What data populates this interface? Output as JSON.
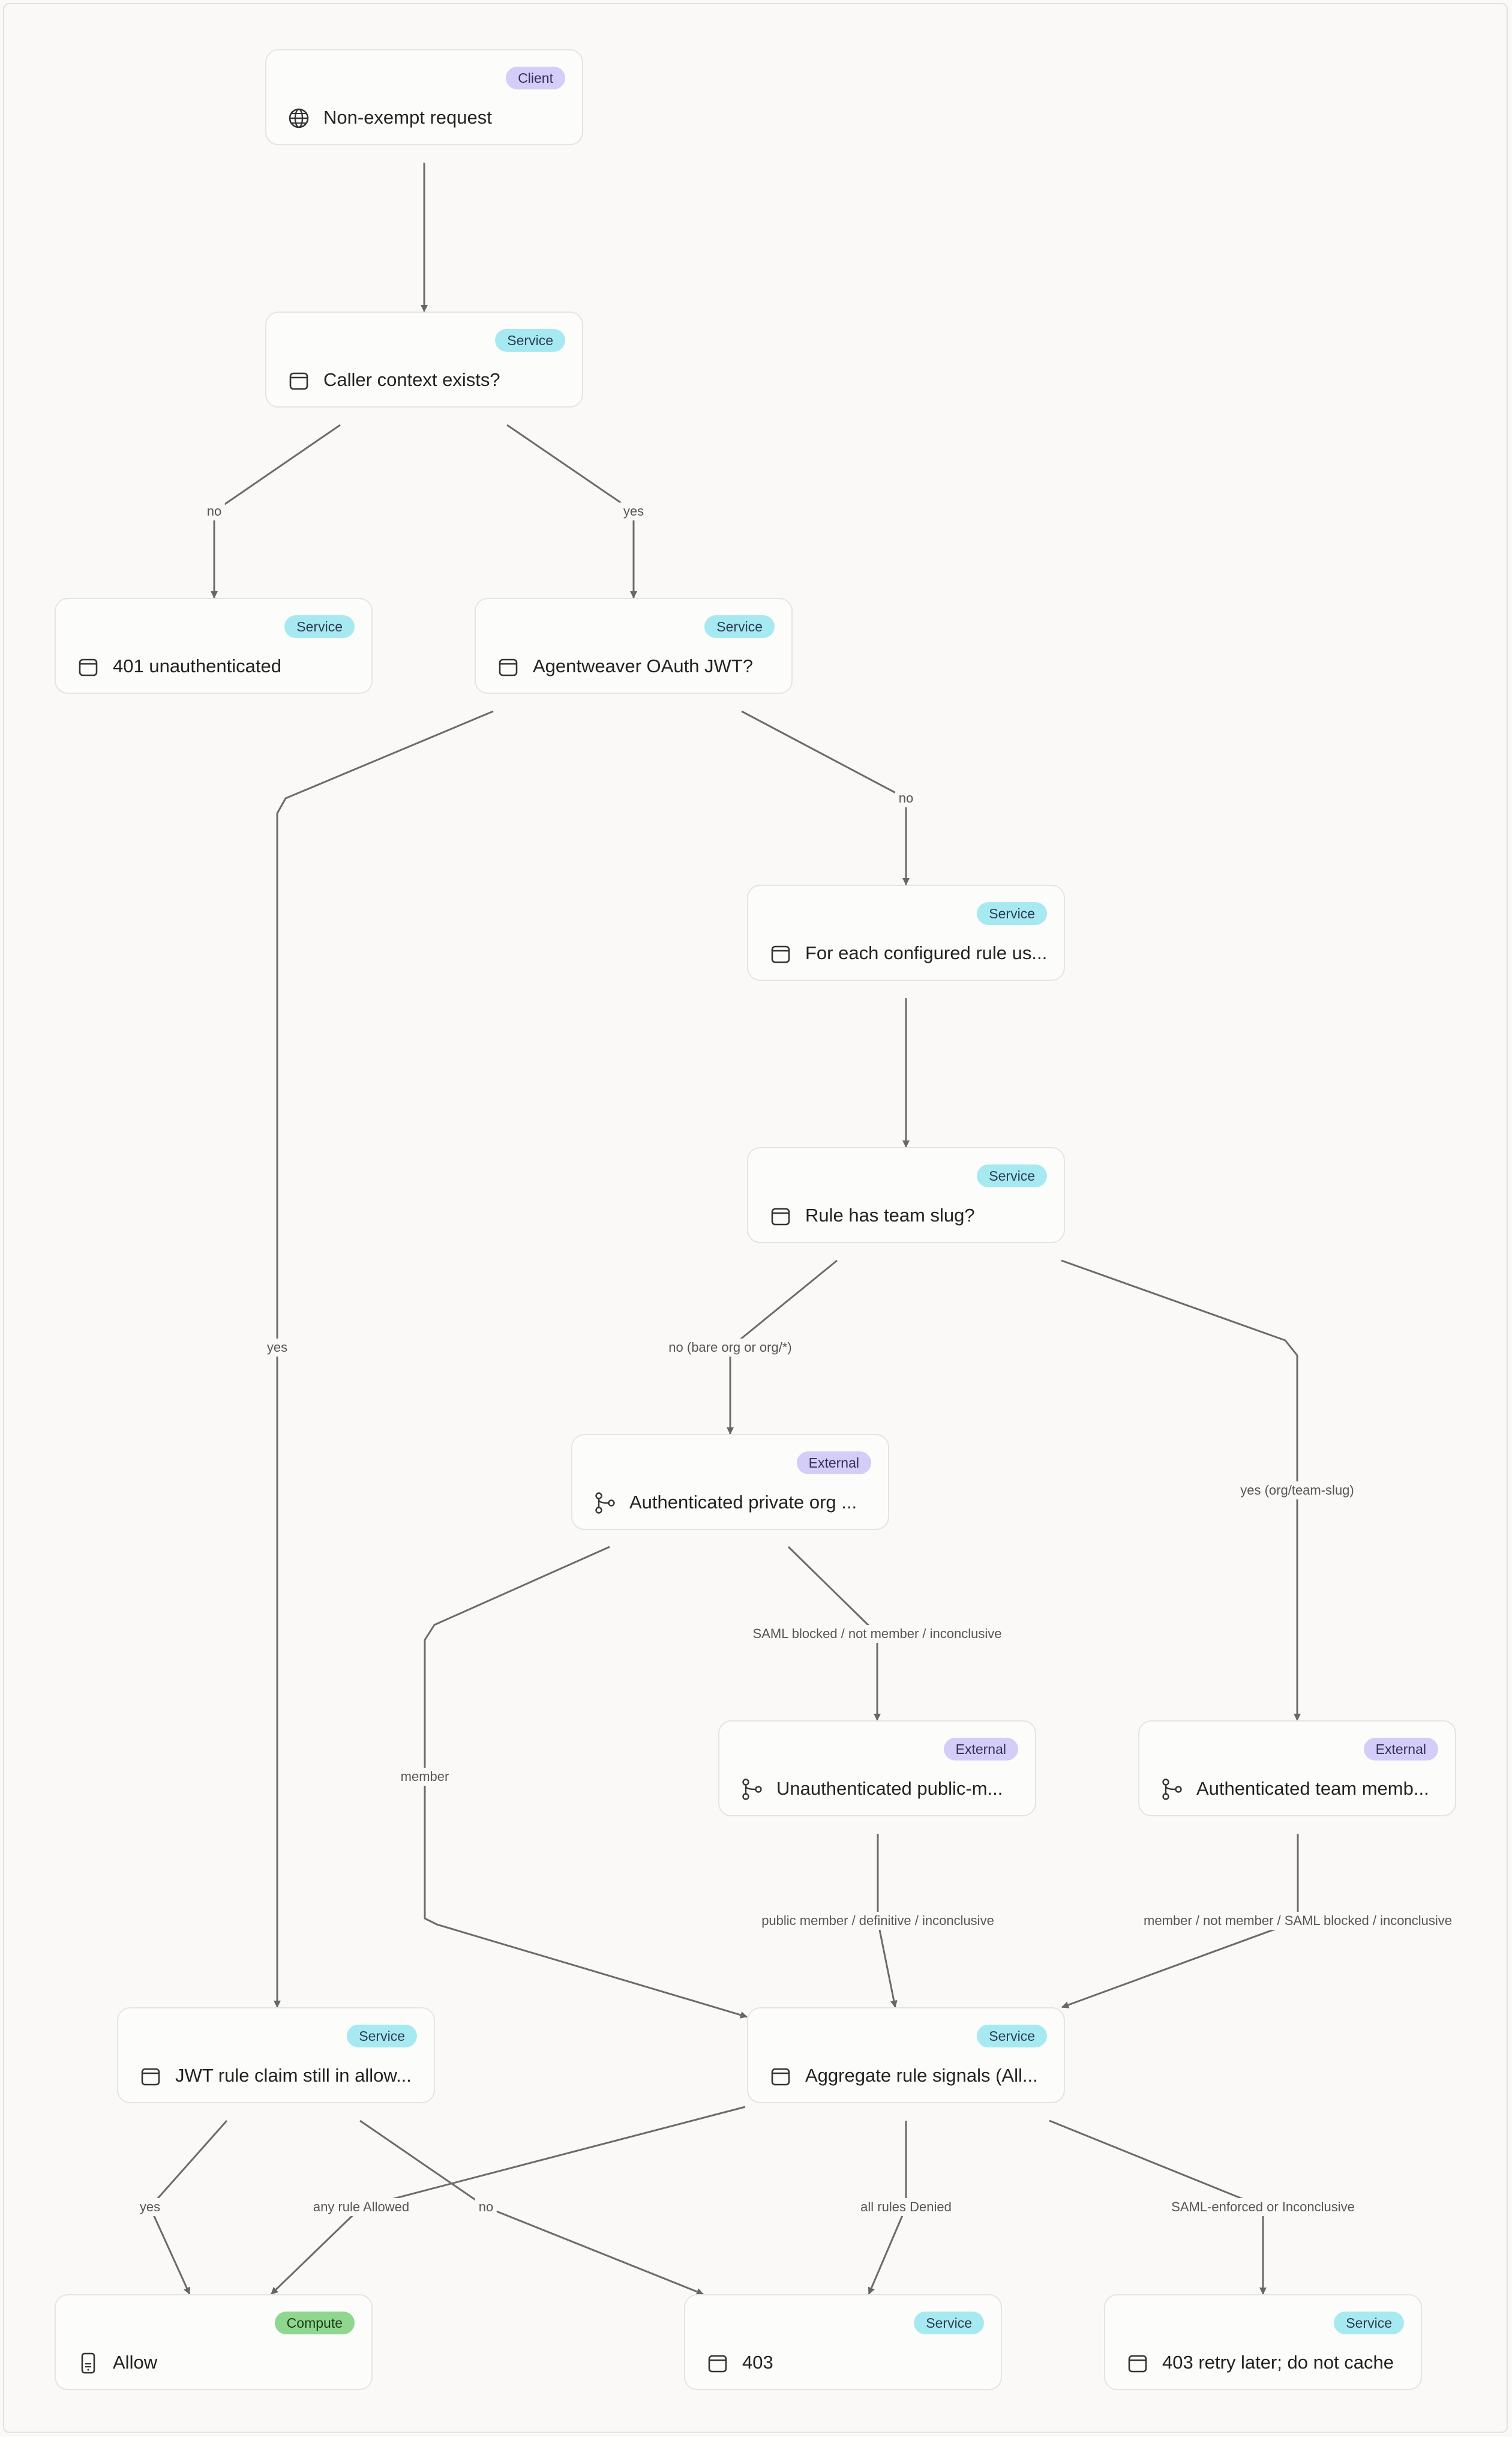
{
  "nodes": [
    {
      "id": "nonexempt",
      "label": "Non-exempt request",
      "badge": "Client",
      "icon": "globe-icon"
    },
    {
      "id": "caller",
      "label": "Caller context exists?",
      "badge": "Service",
      "icon": "window-icon"
    },
    {
      "id": "unauth401",
      "label": "401 unauthenticated",
      "badge": "Service",
      "icon": "window-icon"
    },
    {
      "id": "oauth",
      "label": "Agentweaver OAuth JWT?",
      "badge": "Service",
      "icon": "window-icon"
    },
    {
      "id": "foreach",
      "label": "For each configured rule us...",
      "badge": "Service",
      "icon": "window-icon"
    },
    {
      "id": "teamslug",
      "label": "Rule has team slug?",
      "badge": "Service",
      "icon": "window-icon"
    },
    {
      "id": "authorg",
      "label": "Authenticated private org ...",
      "badge": "External",
      "icon": "branch-icon"
    },
    {
      "id": "unauthpub",
      "label": "Unauthenticated public-m...",
      "badge": "External",
      "icon": "branch-icon"
    },
    {
      "id": "authteam",
      "label": "Authenticated team memb...",
      "badge": "External",
      "icon": "branch-icon"
    },
    {
      "id": "jwtrule",
      "label": "JWT rule claim still in allow...",
      "badge": "Service",
      "icon": "window-icon"
    },
    {
      "id": "aggregate",
      "label": "Aggregate rule signals (All...",
      "badge": "Service",
      "icon": "window-icon"
    },
    {
      "id": "allow",
      "label": "Allow",
      "badge": "Compute",
      "icon": "phone-icon"
    },
    {
      "id": "forbidden",
      "label": "403",
      "badge": "Service",
      "icon": "window-icon"
    },
    {
      "id": "retry403",
      "label": "403 retry later; do not cache",
      "badge": "Service",
      "icon": "window-icon"
    }
  ],
  "edges": [
    {
      "from": "nonexempt",
      "to": "caller",
      "label": ""
    },
    {
      "from": "caller",
      "to": "unauth401",
      "label": "no"
    },
    {
      "from": "caller",
      "to": "oauth",
      "label": "yes"
    },
    {
      "from": "oauth",
      "to": "jwtrule",
      "label": "yes"
    },
    {
      "from": "oauth",
      "to": "foreach",
      "label": "no"
    },
    {
      "from": "foreach",
      "to": "teamslug",
      "label": ""
    },
    {
      "from": "teamslug",
      "to": "authorg",
      "label": "no (bare org or org/*)"
    },
    {
      "from": "teamslug",
      "to": "authteam",
      "label": "yes (org/team-slug)"
    },
    {
      "from": "authorg",
      "to": "aggregate",
      "label": "member"
    },
    {
      "from": "authorg",
      "to": "unauthpub",
      "label": "SAML blocked / not member / inconclusive"
    },
    {
      "from": "unauthpub",
      "to": "aggregate",
      "label": "public member / definitive / inconclusive"
    },
    {
      "from": "authteam",
      "to": "aggregate",
      "label": "member / not member / SAML blocked / inconclusive"
    },
    {
      "from": "jwtrule",
      "to": "allow",
      "label": "yes"
    },
    {
      "from": "jwtrule",
      "to": "forbidden",
      "label": "no"
    },
    {
      "from": "aggregate",
      "to": "allow",
      "label": "any rule Allowed"
    },
    {
      "from": "aggregate",
      "to": "forbidden",
      "label": "all rules Denied"
    },
    {
      "from": "aggregate",
      "to": "retry403",
      "label": "SAML-enforced or Inconclusive"
    }
  ]
}
